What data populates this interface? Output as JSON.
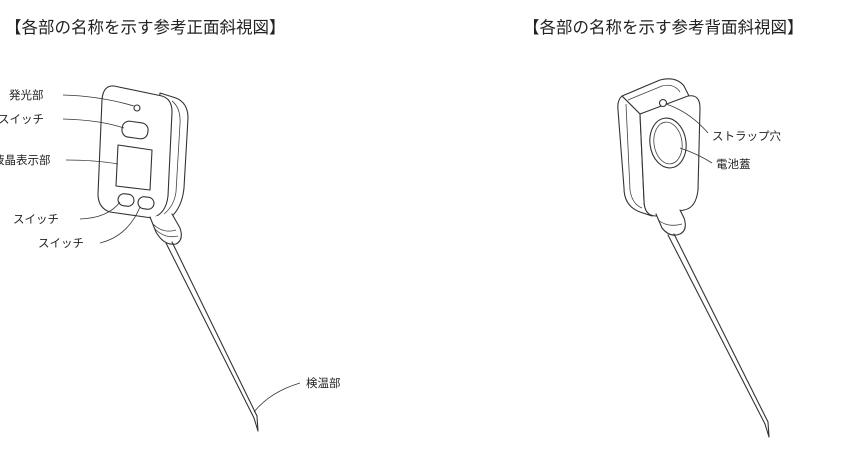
{
  "figures": {
    "front": {
      "title": "【各部の名称を示す参考正面斜視図】",
      "labels": {
        "light": "発光部",
        "switch_top": "スイッチ",
        "lcd": "液晶表示部",
        "switch_left": "スイッチ",
        "switch_right": "スイッチ",
        "sensor": "検温部"
      }
    },
    "back": {
      "title": "【各部の名称を示す参考背面斜視図】",
      "labels": {
        "strap_hole": "ストラップ穴",
        "battery_cover": "電池蓋"
      }
    }
  }
}
